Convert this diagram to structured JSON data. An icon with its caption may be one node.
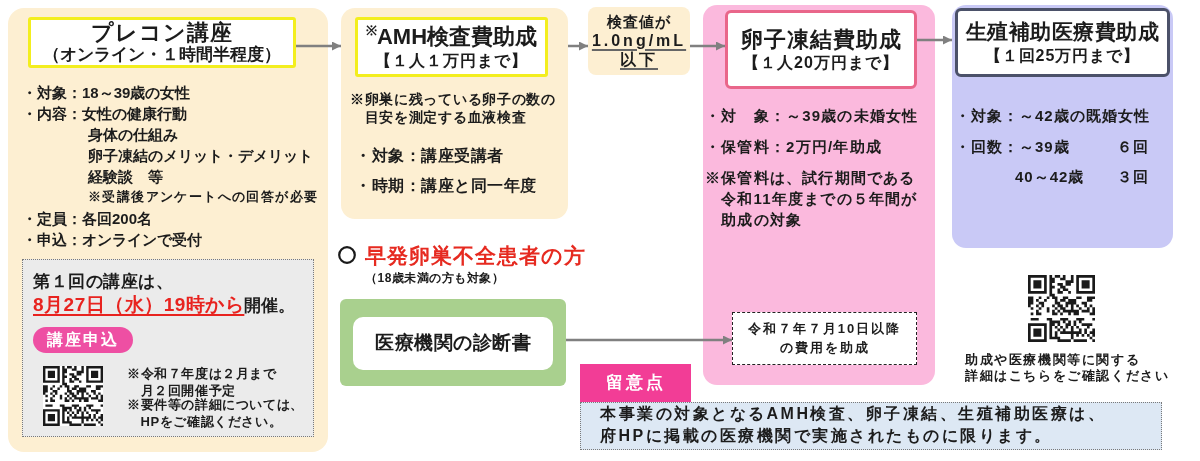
{
  "diagram": {
    "nodes": [
      {
        "text": [
          "・対象：18～39歳の女性",
          "・内容：女性の健康行動",
          "身体の仕組み",
          "卵子凍結のメリット・デメリット",
          "経験談　等",
          "※受講後アンケートへの回答が必要",
          "・定員：各回200名",
          "・申込：オンラインで受付"
        ]
      },
      {
        "text": [
          "プレコン講座",
          "（オンライン・１時間半程度）"
        ],
        "in": 0
      },
      {
        "text": [
          "第１回の講座は、",
          "8月27日（水）19時から",
          "開催。",
          "※令和７年度は２月まで月２回開催予定",
          "※要件等の詳細については、HPをご確認ください。"
        ],
        "in": 0
      },
      {
        "text": [
          "講座申込"
        ],
        "in": 2
      },
      {
        "text": [
          "※卵巣に残っている卵子の数の目安を測定する血液検査",
          "・対象：講座受講者",
          "・時期：講座と同一年度"
        ]
      },
      {
        "text": [
          "$^{※}$AMH検査費助成",
          "【１人１万円まで】"
        ],
        "in": 4
      },
      {
        "text": [
          "検査値が",
          "1.0ng/mL以下"
        ]
      },
      {
        "text": [
          "・対　象：～39歳の未婚女性",
          "・保管料：2万円/年助成",
          "※保管料は、試行期間である令和11年度までの５年間が助成の対象"
        ]
      },
      {
        "text": [
          "卵子凍結費助成",
          "【１人20万円まで】"
        ],
        "in": 7
      },
      {
        "text": [
          "令和７年７月10日以降の費用を助成"
        ],
        "in": 7
      },
      {
        "text": [
          "・対象：～42歳の既婚女性",
          "・回数：～39歳",
          "６回",
          "40～42歳",
          "３回"
        ]
      },
      {
        "text": [
          "生殖補助医療費助成",
          "【１回25万円まで】"
        ],
        "in": 10
      },
      {
        "text": [],
        "shape": "box"
      },
      {
        "text": [
          "医療機関の診断書"
        ],
        "in": 12
      },
      {
        "text": [
          "留意点"
        ]
      },
      {
        "text": [
          "本事業の対象となるAMH検査、卵子凍結、生殖補助医療は、府HPに掲載の医療機関で実施されたものに限ります。"
        ]
      }
    ],
    "edges": [
      {
        "from": 1,
        "to": 4,
        "arrow": "to"
      },
      {
        "from": 4,
        "to": 6,
        "arrow": "to"
      },
      {
        "from": 6,
        "to": 8,
        "arrow": "to"
      },
      {
        "from": 8,
        "to": 10,
        "arrow": "to"
      },
      {
        "from": 12,
        "to": 9,
        "arrow": "to"
      }
    ],
    "labels": [
      "早発卵巣不全患者の方",
      "（18歳未満の方も対象）",
      "助成や医療機関等に関する詳細はこちらをご確認ください"
    ]
  }
}
